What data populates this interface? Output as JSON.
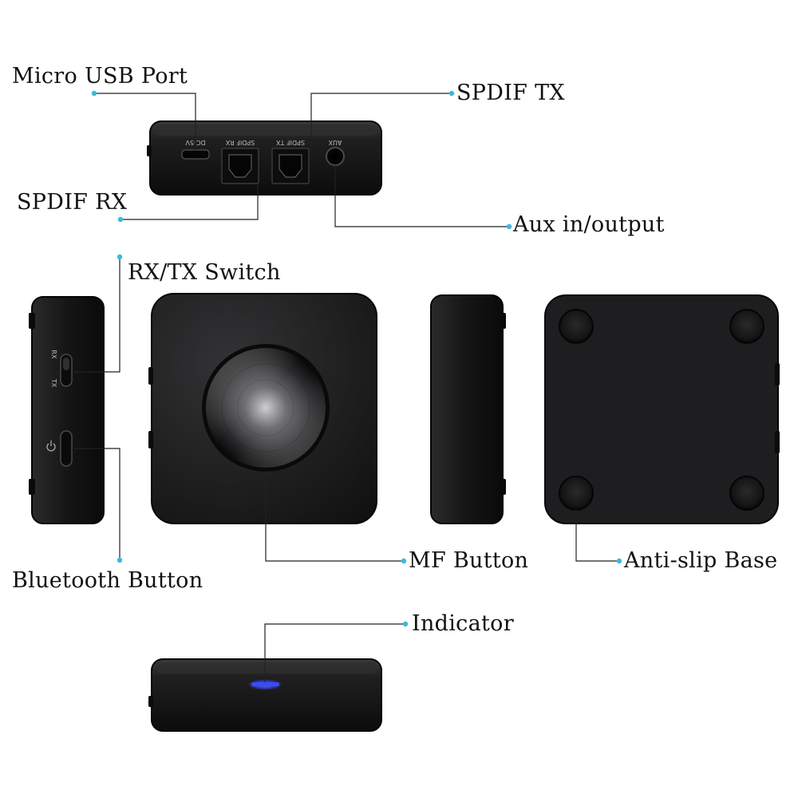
{
  "labels": {
    "micro_usb": "Micro USB Port",
    "spdif_tx": "SPDIF TX",
    "spdif_rx": "SPDIF RX",
    "aux": "Aux in/output",
    "rx_tx_switch": "RX/TX Switch",
    "mf_button": "MF Button",
    "anti_slip": "Anti-slip Base",
    "bluetooth_button": "Bluetooth Button",
    "indicator": "Indicator"
  },
  "ports": {
    "dc5v": "DC-5V",
    "spdif_rx": "SPDIF RX",
    "spdif_tx": "SPDIF TX",
    "aux": "AUX"
  },
  "switch": {
    "rx": "RX",
    "tx": "TX"
  },
  "colors": {
    "device": "#1b1b1c",
    "device_edge": "#070707",
    "leader": "#222222",
    "dot": "#3fb6e0",
    "indicator_led": "#3a4bff"
  },
  "icons": {
    "bluetooth": "power-icon"
  }
}
